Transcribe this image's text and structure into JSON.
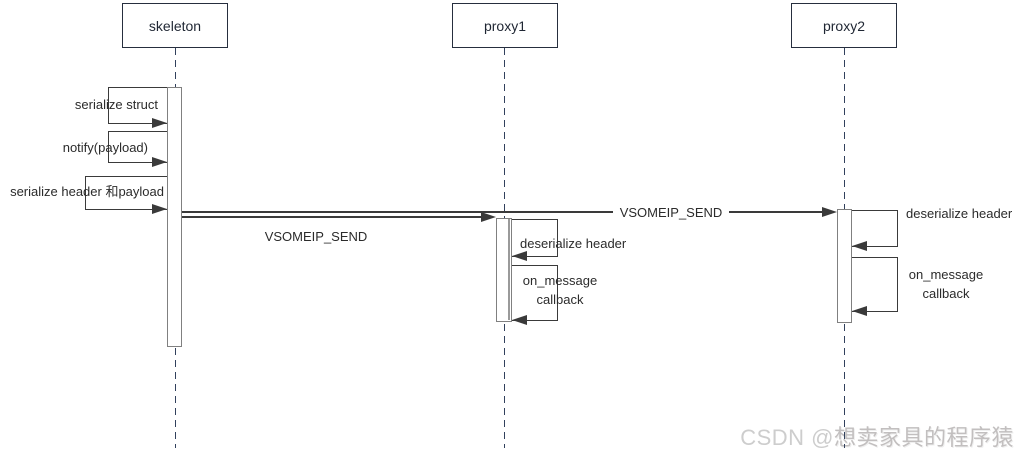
{
  "actors": [
    {
      "label": "skeleton"
    },
    {
      "label": "proxy1"
    },
    {
      "label": "proxy2"
    }
  ],
  "messages": {
    "skeleton_self": [
      {
        "label": "serialize struct"
      },
      {
        "label": "notify(payload)"
      },
      {
        "label": "serialize header 和payload"
      }
    ],
    "skeleton_to_proxy1": {
      "label": "VSOMEIP_SEND"
    },
    "skeleton_to_proxy2": {
      "label": "VSOMEIP_SEND"
    },
    "proxy1_self": [
      {
        "label": "deserialize header"
      },
      {
        "line1": "on_message",
        "line2": "callback"
      }
    ],
    "proxy2_self": [
      {
        "label": "deserialize header"
      },
      {
        "line1": "on_message",
        "line2": "callback"
      }
    ]
  },
  "watermark": {
    "prefix": "CSDN @",
    "name": "想卖家具的程序猿"
  },
  "colors": {
    "line": "#3a3a3a",
    "actor_border": "#262e3e",
    "lifeline": "#31405c",
    "activation_border": "#808080",
    "watermark_text": "#c8c5c5"
  }
}
